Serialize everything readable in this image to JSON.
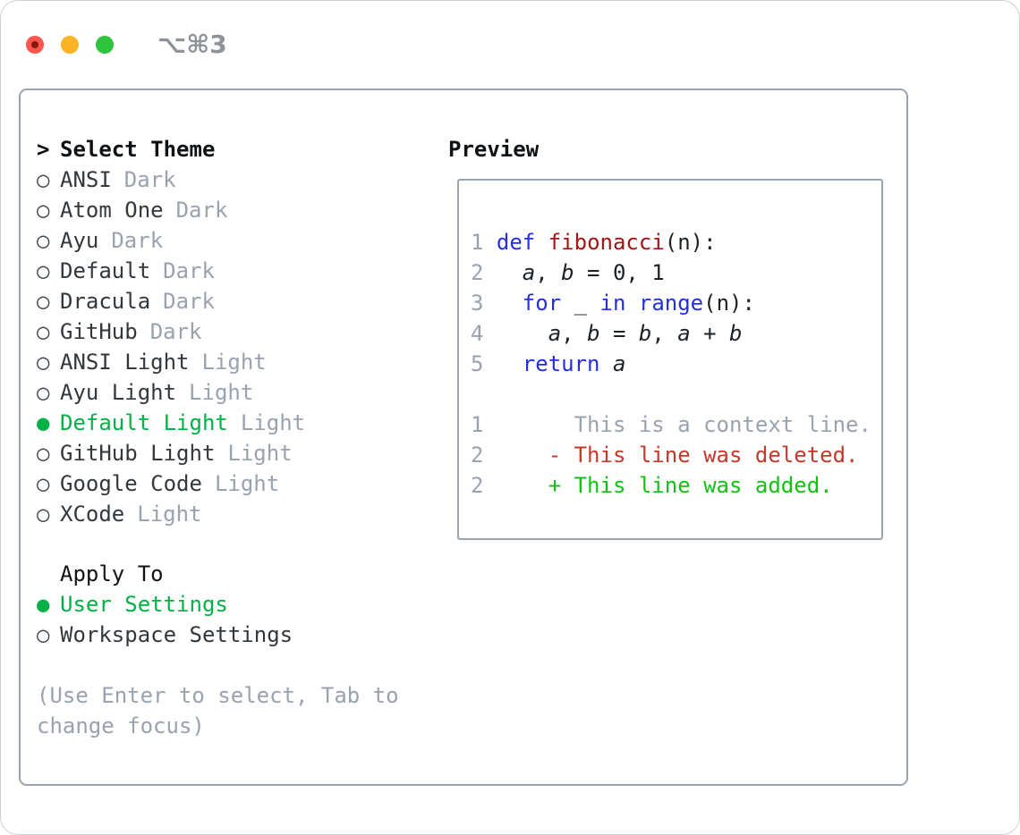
{
  "colors": {
    "accent-green": "#00b245",
    "added-green": "#12c212",
    "deleted-red": "#c5392b",
    "keyword-blue": "#2430e0",
    "function-red": "#a31515",
    "muted-gray": "#99a2ae",
    "ink": "#33383d",
    "box-border": "#9ca4af",
    "window-border": "#ccd1d8",
    "title-gray": "#8e939a",
    "dot-red": "#f9564d",
    "dot-red-inner": "#8a170c",
    "dot-yellow": "#fcb426",
    "dot-green": "#2ec43d"
  },
  "titlebar": {
    "shortcut": "⌥⌘3"
  },
  "markers": {
    "cursor": ">",
    "selected": "●",
    "unselected": "○"
  },
  "theme_panel": {
    "header_label": "Select Theme",
    "items": [
      {
        "name": "ANSI",
        "tag": "Dark",
        "selected": false
      },
      {
        "name": "Atom One",
        "tag": "Dark",
        "selected": false
      },
      {
        "name": "Ayu",
        "tag": "Dark",
        "selected": false
      },
      {
        "name": "Default",
        "tag": "Dark",
        "selected": false
      },
      {
        "name": "Dracula",
        "tag": "Dark",
        "selected": false
      },
      {
        "name": "GitHub",
        "tag": "Dark",
        "selected": false
      },
      {
        "name": "ANSI Light",
        "tag": "Light",
        "selected": false
      },
      {
        "name": "Ayu Light",
        "tag": "Light",
        "selected": false
      },
      {
        "name": "Default Light",
        "tag": "Light",
        "selected": true
      },
      {
        "name": "GitHub Light",
        "tag": "Light",
        "selected": false
      },
      {
        "name": "Google Code",
        "tag": "Light",
        "selected": false
      },
      {
        "name": "XCode",
        "tag": "Light",
        "selected": false
      }
    ]
  },
  "apply_panel": {
    "header": "Apply To",
    "options": [
      {
        "label": "User Settings",
        "selected": true
      },
      {
        "label": "Workspace Settings",
        "selected": false
      }
    ]
  },
  "help_text": "(Use Enter to select, Tab to change focus)",
  "preview": {
    "label": "Preview",
    "code_lines": [
      {
        "segments": [
          {
            "text": "1 ",
            "style": "num"
          },
          {
            "text": "def",
            "style": "kw"
          },
          {
            "text": " ",
            "style": "plain"
          },
          {
            "text": "fibonacci",
            "style": "fn"
          },
          {
            "text": "(n):",
            "style": "plain"
          }
        ]
      },
      {
        "segments": [
          {
            "text": "2   ",
            "style": "num"
          },
          {
            "text": "a",
            "style": "var"
          },
          {
            "text": ", ",
            "style": "plain"
          },
          {
            "text": "b",
            "style": "var"
          },
          {
            "text": " = 0, 1",
            "style": "plain"
          }
        ]
      },
      {
        "segments": [
          {
            "text": "3   ",
            "style": "num"
          },
          {
            "text": "for",
            "style": "kw"
          },
          {
            "text": " _ ",
            "style": "plain"
          },
          {
            "text": "in",
            "style": "kw"
          },
          {
            "text": " ",
            "style": "plain"
          },
          {
            "text": "range",
            "style": "kw"
          },
          {
            "text": "(n):",
            "style": "plain"
          }
        ]
      },
      {
        "segments": [
          {
            "text": "4     ",
            "style": "num"
          },
          {
            "text": "a",
            "style": "var"
          },
          {
            "text": ", ",
            "style": "plain"
          },
          {
            "text": "b",
            "style": "var"
          },
          {
            "text": " = ",
            "style": "plain"
          },
          {
            "text": "b",
            "style": "var"
          },
          {
            "text": ", ",
            "style": "plain"
          },
          {
            "text": "a",
            "style": "var"
          },
          {
            "text": " + ",
            "style": "plain"
          },
          {
            "text": "b",
            "style": "var"
          }
        ]
      },
      {
        "segments": [
          {
            "text": "5   ",
            "style": "num"
          },
          {
            "text": "return",
            "style": "kw"
          },
          {
            "text": " ",
            "style": "plain"
          },
          {
            "text": "a",
            "style": "var"
          }
        ]
      },
      {
        "segments": []
      },
      {
        "segments": [
          {
            "text": "1       ",
            "style": "num"
          },
          {
            "text": "This is a context line.",
            "style": "ctx"
          }
        ]
      },
      {
        "segments": [
          {
            "text": "2     ",
            "style": "num"
          },
          {
            "text": "- This line was deleted.",
            "style": "del"
          }
        ]
      },
      {
        "segments": [
          {
            "text": "2     ",
            "style": "num"
          },
          {
            "text": "+ This line was added.",
            "style": "add"
          }
        ]
      }
    ]
  }
}
